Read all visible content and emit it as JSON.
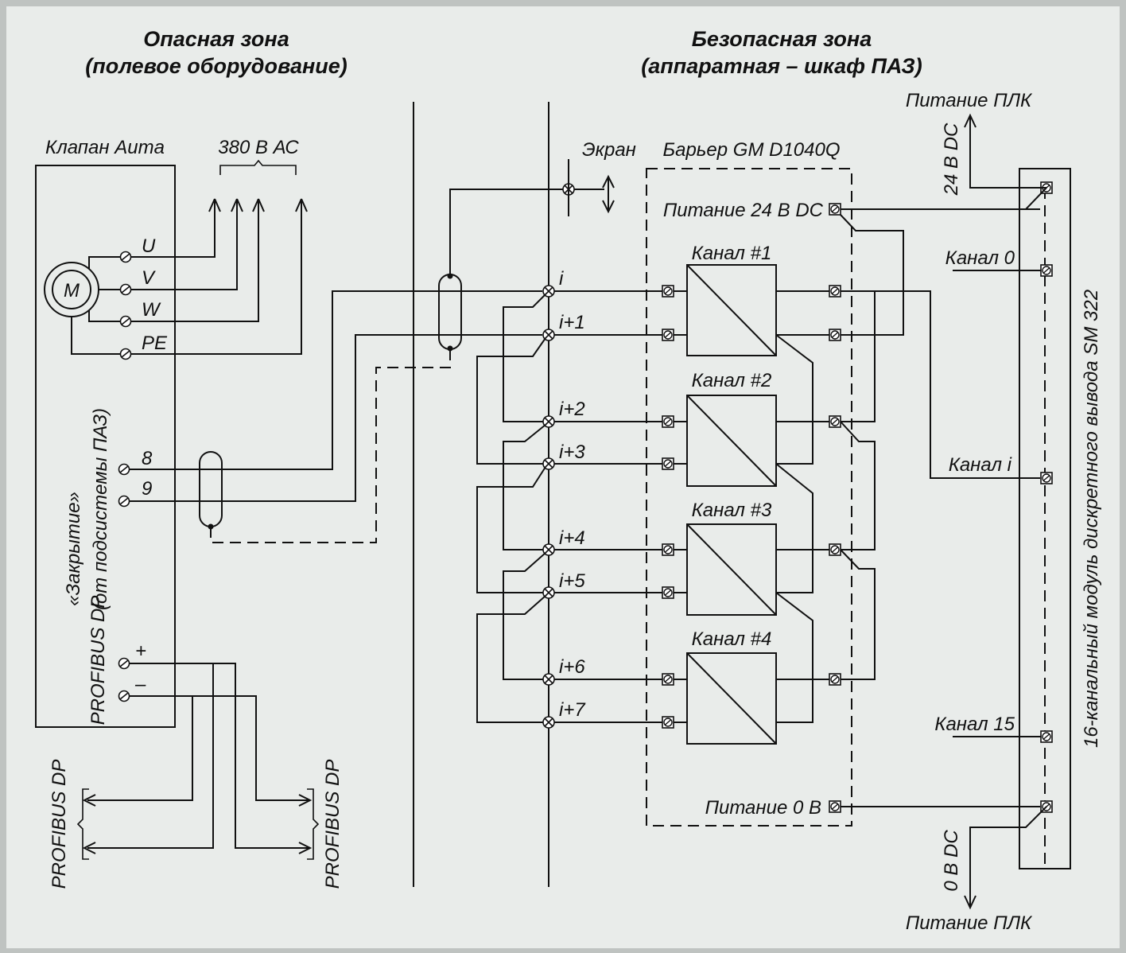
{
  "titles": {
    "hazard_line1": "Опасная зона",
    "hazard_line2": "(полевое оборудование)",
    "safe_line1": "Безопасная зона",
    "safe_line2": "(аппаратная – шкаф ПАЗ)"
  },
  "valve": {
    "label": "Клапан Auma",
    "motor": "M",
    "terminals": [
      "U",
      "V",
      "W",
      "PE"
    ],
    "closing_line1": "«Закрытие»",
    "closing_line2": "(от подсистемы ПАЗ)",
    "terminal_8": "8",
    "terminal_9": "9",
    "profibus": "PROFIBUS DP",
    "plus": "+",
    "minus": "–"
  },
  "power": {
    "ac": "380 В АС"
  },
  "screen": "Экран",
  "bus_labels": [
    "i",
    "i+1",
    "i+2",
    "i+3",
    "i+4",
    "i+5",
    "i+6",
    "i+7"
  ],
  "barrier": {
    "title": "Барьер GM D1040Q",
    "power_24": "Питание 24 В DC",
    "power_0": "Питание 0 В",
    "channels": [
      "Канал #1",
      "Канал #2",
      "Канал #3",
      "Канал #4"
    ]
  },
  "plc": {
    "supply_top": "Питание ПЛК",
    "supply_bottom": "Питание ПЛК",
    "dc24": "24 В DC",
    "dc0": "0 В DC",
    "module": "16-канальный модуль дискретного вывода SM 322",
    "ch0": "Канал 0",
    "chi": "Канал i",
    "ch15": "Канал 15"
  },
  "profibus_left": "PROFIBUS DP",
  "profibus_right": "PROFIBUS DP",
  "colors": {
    "background": "#e9ecea",
    "line": "#111111",
    "frame": "#bfc3c1"
  }
}
